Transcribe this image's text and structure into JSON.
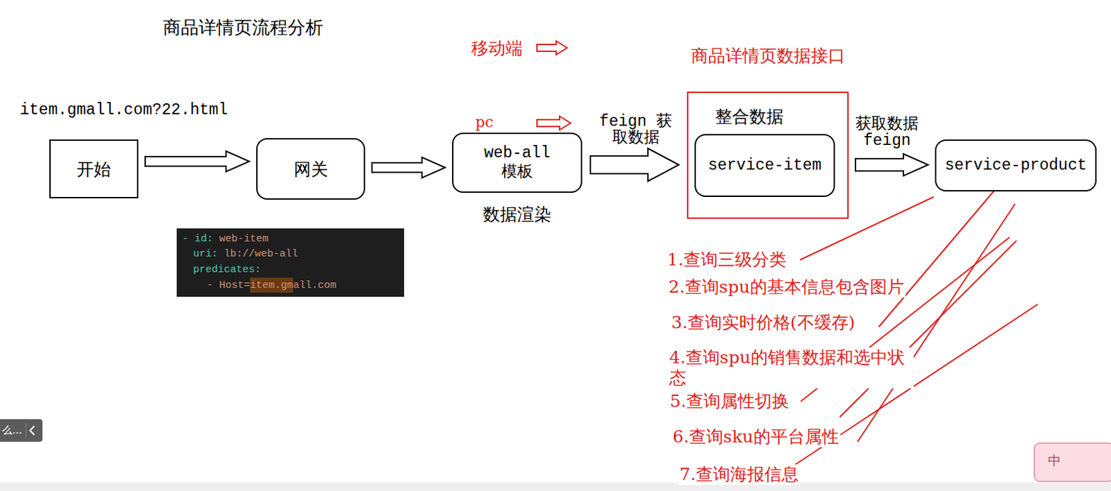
{
  "diagram": {
    "title": "商品详情页流程分析",
    "nodes": [
      {
        "text": [
          "开始"
        ]
      },
      {
        "text": [
          "网关"
        ]
      },
      {
        "text": [
          "web-all 模板",
          "数据渲染"
        ]
      },
      {
        "text": [
          "商品详情页数据接口",
          "整合数据"
        ]
      },
      {
        "text": [
          "service-item"
        ],
        "in": 3
      },
      {
        "text": [
          "service-product"
        ]
      },
      {
        "text": [
          "- id:",
          "web-item",
          "uri:",
          "lb://web-all",
          "predicates:",
          "- Host=item.gmall.com"
        ]
      }
    ],
    "edges": [
      {
        "from": 0,
        "to": 1,
        "arrow": "to"
      },
      {
        "from": 1,
        "to": 2,
        "arrow": "to"
      },
      {
        "from": 2,
        "to": 3,
        "label": "feign 获取数据",
        "arrow": "to"
      },
      {
        "from": 3,
        "to": 5,
        "label": "获取数据 feign",
        "arrow": "to"
      }
    ],
    "labels": [
      "移动端",
      "pc",
      "item.gmall.com?22.html",
      "1.查询三级分类",
      "2.查询spu的基本信息包含图片",
      "3.查询实时价格(不缓存)",
      "4.查询spu的销售数据和选中状态",
      "5.查询属性切换",
      "6.查询sku的平台属性",
      "7.查询海报信息",
      "么...",
      "中"
    ]
  }
}
